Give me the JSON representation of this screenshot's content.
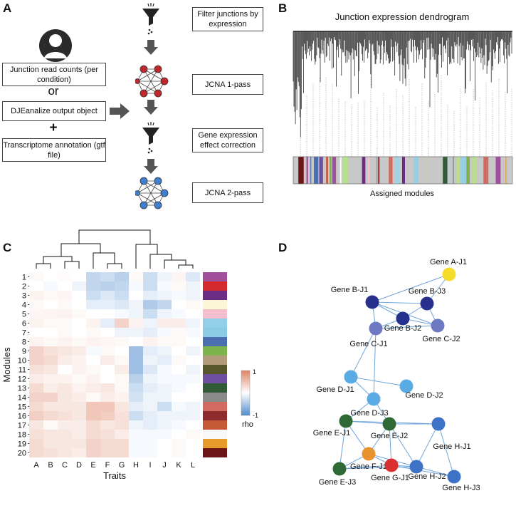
{
  "panel_letters": {
    "a": "A",
    "b": "B",
    "c": "C",
    "d": "D"
  },
  "panel_a": {
    "inputs": {
      "junction_counts": "Junction read counts (per condition)",
      "or_text": "or",
      "djeanalize": "DJEanalize output object",
      "plus_text": "+",
      "transcriptome": "Transcriptome annotation (gtf file)"
    },
    "steps": {
      "filter": "Filter junctions by expression",
      "jcna1": "JCNA 1-pass",
      "correction": "Gene expression effect correction",
      "jcna2": "JCNA 2-pass"
    },
    "colors": {
      "red_node": "#c0282e",
      "blue_node": "#3f7fd0",
      "arrow": "#555555"
    }
  },
  "panel_b": {
    "title": "Junction expression dendrogram",
    "bar_label": "Assigned modules"
  },
  "panel_c": {
    "xlabel": "Traits",
    "ylabel": "Modules",
    "legend_title": "rho",
    "legend_max": "1",
    "legend_min": "-1",
    "traits": [
      "A",
      "B",
      "C",
      "D",
      "E",
      "F",
      "G",
      "H",
      "I",
      "J",
      "K",
      "L"
    ],
    "modules": [
      "1",
      "2",
      "3",
      "4",
      "5",
      "6",
      "7",
      "8",
      "9",
      "10",
      "11",
      "12",
      "13",
      "14",
      "15",
      "16",
      "17",
      "18",
      "19",
      "20"
    ],
    "module_colors": [
      "#a0519c",
      "#d42a2f",
      "#6a2d83",
      "#fbf6d5",
      "#f6bdcd",
      "#93cfe6",
      "#8ccbe4",
      "#4b6fb0",
      "#7eb24a",
      "#b39a7a",
      "#57572a",
      "#6e4fa0",
      "#315a37",
      "#8a8a8a",
      "#d36a62",
      "#8c2c2d",
      "#c35a35",
      "#f8f8f8",
      "#e69c2b",
      "#6d1617"
    ],
    "rho_values": [
      [
        0.05,
        0.0,
        0.03,
        0.0,
        -0.35,
        -0.3,
        -0.4,
        0.05,
        -0.3,
        -0.1,
        0.08,
        -0.2
      ],
      [
        0.0,
        -0.05,
        0.0,
        -0.1,
        -0.35,
        -0.4,
        -0.35,
        -0.05,
        -0.3,
        -0.05,
        0.05,
        -0.1
      ],
      [
        0.1,
        0.05,
        0.08,
        0.0,
        -0.3,
        -0.2,
        -0.3,
        0.0,
        -0.15,
        -0.1,
        -0.05,
        -0.1
      ],
      [
        0.05,
        0.0,
        0.05,
        0.0,
        -0.15,
        -0.15,
        -0.2,
        -0.1,
        -0.45,
        -0.35,
        0.0,
        0.05
      ],
      [
        0.08,
        0.08,
        0.1,
        0.05,
        0.0,
        0.0,
        -0.05,
        -0.1,
        -0.3,
        -0.1,
        -0.05,
        0.0
      ],
      [
        0.1,
        0.05,
        0.05,
        0.0,
        0.1,
        -0.15,
        0.35,
        0.1,
        -0.1,
        0.15,
        0.15,
        -0.1
      ],
      [
        0.0,
        0.0,
        0.05,
        0.0,
        0.05,
        0.0,
        -0.1,
        -0.1,
        -0.15,
        -0.05,
        0.05,
        -0.05
      ],
      [
        0.1,
        0.05,
        0.1,
        0.05,
        0.1,
        0.08,
        0.05,
        0.0,
        0.1,
        0.05,
        0.05,
        0.0
      ],
      [
        0.35,
        0.25,
        0.2,
        0.15,
        -0.05,
        0.05,
        0.0,
        -0.55,
        -0.15,
        -0.1,
        0.0,
        -0.1
      ],
      [
        0.35,
        0.3,
        0.15,
        0.1,
        0.0,
        0.15,
        0.05,
        -0.55,
        -0.1,
        -0.15,
        0.05,
        0.0
      ],
      [
        0.25,
        0.2,
        0.0,
        0.1,
        0.05,
        0.0,
        0.15,
        -0.55,
        -0.2,
        -0.05,
        0.0,
        -0.1
      ],
      [
        0.15,
        0.1,
        0.1,
        0.05,
        0.1,
        0.0,
        0.05,
        -0.4,
        -0.1,
        -0.05,
        -0.05,
        -0.05
      ],
      [
        0.3,
        0.15,
        0.2,
        0.1,
        0.15,
        0.2,
        0.05,
        -0.3,
        -0.15,
        -0.1,
        -0.05,
        0.0
      ],
      [
        0.35,
        0.35,
        0.2,
        0.15,
        0.05,
        0.15,
        0.1,
        -0.25,
        -0.1,
        -0.1,
        0.0,
        0.0
      ],
      [
        0.3,
        0.2,
        0.2,
        0.2,
        0.45,
        0.45,
        0.2,
        -0.15,
        -0.1,
        -0.3,
        -0.05,
        -0.1
      ],
      [
        0.4,
        0.3,
        0.25,
        0.2,
        0.45,
        0.4,
        0.25,
        -0.3,
        -0.15,
        -0.1,
        -0.1,
        -0.1
      ],
      [
        0.2,
        0.05,
        0.15,
        0.15,
        0.3,
        0.2,
        0.25,
        -0.1,
        -0.15,
        -0.1,
        -0.05,
        0.0
      ],
      [
        0.25,
        0.2,
        0.2,
        0.15,
        0.3,
        0.25,
        0.15,
        -0.05,
        -0.05,
        -0.05,
        0.0,
        0.05
      ],
      [
        0.3,
        0.2,
        0.2,
        0.2,
        0.35,
        0.3,
        0.3,
        -0.05,
        -0.05,
        0.0,
        0.05,
        0.0
      ],
      [
        0.3,
        0.25,
        0.2,
        0.15,
        0.35,
        0.3,
        0.3,
        -0.05,
        -0.05,
        0.0,
        0.05,
        0.0
      ]
    ]
  },
  "panel_d": {
    "nodes": [
      {
        "id": "A1",
        "label": "Gene A-J1",
        "color": "#f5dc2a"
      },
      {
        "id": "B1",
        "label": "Gene B-J1",
        "color": "#27318d"
      },
      {
        "id": "B3",
        "label": "Gene B-J3",
        "color": "#27318d"
      },
      {
        "id": "B2",
        "label": "Gene B-J2",
        "color": "#27318d"
      },
      {
        "id": "C1",
        "label": "Gene C-J1",
        "color": "#6d79c2"
      },
      {
        "id": "C2",
        "label": "Gene C-J2",
        "color": "#6d79c2"
      },
      {
        "id": "D1",
        "label": "Gene D-J1",
        "color": "#5aabe3"
      },
      {
        "id": "D2",
        "label": "Gene D-J2",
        "color": "#5aabe3"
      },
      {
        "id": "D3",
        "label": "Gene D-J3",
        "color": "#5aabe3"
      },
      {
        "id": "E1",
        "label": "Gene E-J1",
        "color": "#2f6a36"
      },
      {
        "id": "E2",
        "label": "Gene E-J2",
        "color": "#2f6a36"
      },
      {
        "id": "E3",
        "label": "Gene E-J3",
        "color": "#2f6a36"
      },
      {
        "id": "F1",
        "label": "Gene F-J1",
        "color": "#e8922f"
      },
      {
        "id": "G1",
        "label": "Gene G-J1",
        "color": "#d9312f"
      },
      {
        "id": "H1",
        "label": "Gene H-J1",
        "color": "#3d72c7"
      },
      {
        "id": "H2",
        "label": "Gene H-J2",
        "color": "#3d72c7"
      },
      {
        "id": "H3",
        "label": "Gene H-J3",
        "color": "#3d72c7"
      },
      {
        "id": "X",
        "label": "",
        "color": "#3d72c7"
      }
    ],
    "edge_color": "#6ea6dc"
  }
}
